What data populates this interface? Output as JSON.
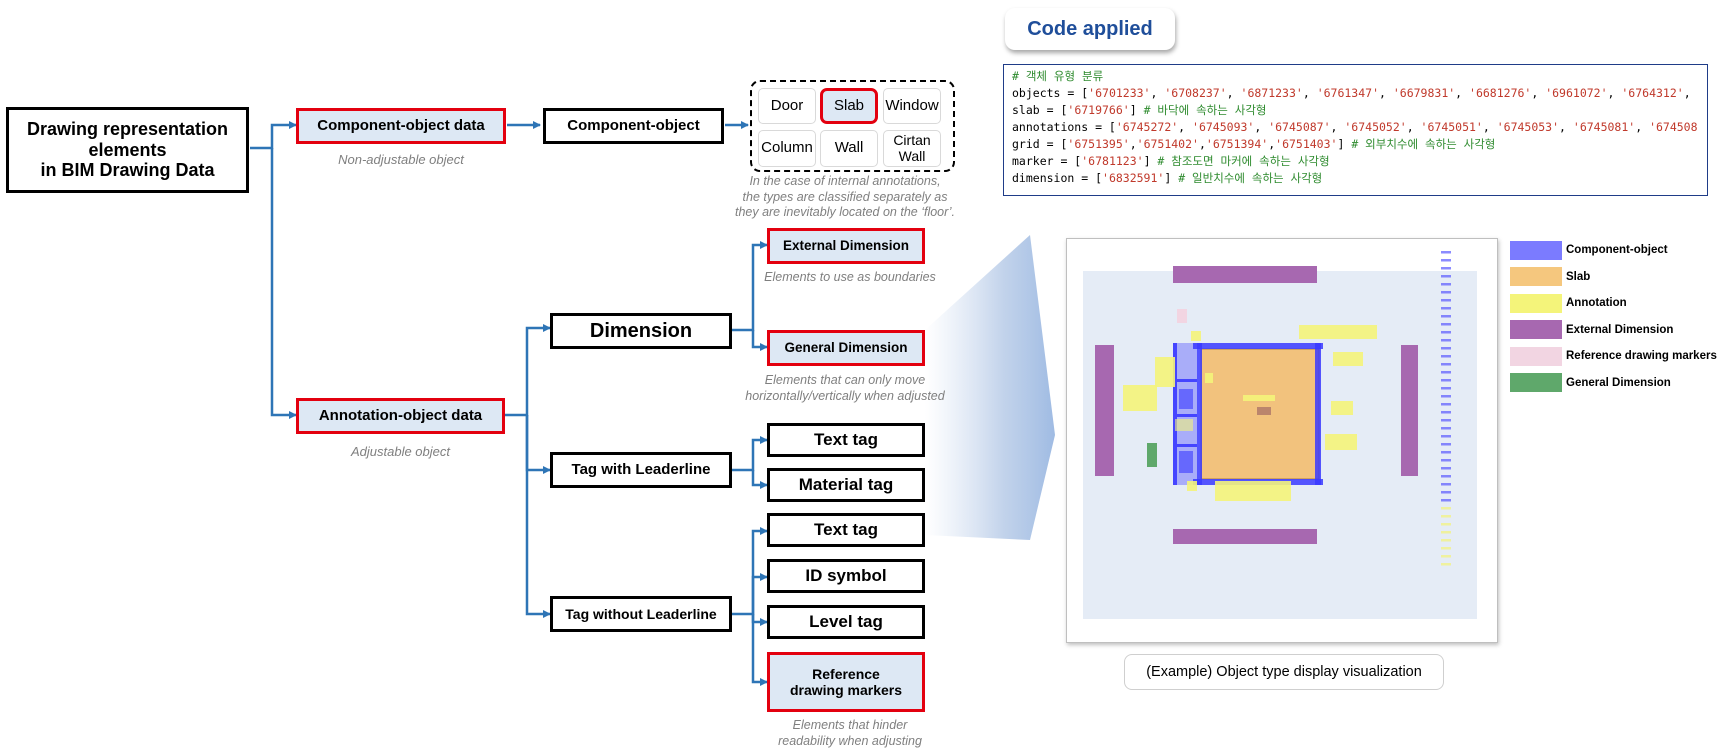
{
  "nodes": {
    "root": "Drawing representation\nelements\nin BIM Drawing Data",
    "component_data": "Component-object data",
    "component_object": "Component-object",
    "annotation_data": "Annotation-object data",
    "dimension": "Dimension",
    "external_dimension": "External Dimension",
    "general_dimension": "General Dimension",
    "tag_with_leader": "Tag with Leaderline",
    "tag_without_leader": "Tag without Leaderline",
    "text_tag_1": "Text tag",
    "material_tag": "Material tag",
    "text_tag_2": "Text tag",
    "id_symbol": "ID symbol",
    "level_tag": "Level tag",
    "reference_markers": "Reference\ndrawing markers"
  },
  "component_types": [
    "Door",
    "Slab",
    "Window",
    "Column",
    "Wall",
    "Cirtan\nWall"
  ],
  "notes": {
    "non_adjustable": "Non-adjustable object",
    "adjustable": "Adjustable object",
    "internal_annotations": "In the case of internal annotations,\nthe types are classified separately as\nthey are inevitably located on the ‘floor’.",
    "boundaries": "Elements to use as boundaries",
    "general_move": "Elements that can only move\nhorizontally/vertically when adjusted",
    "hinder": "Elements that hinder\nreadability when adjusting"
  },
  "code_panel": {
    "title": "Code applied",
    "lines": [
      [
        {
          "t": "# 객체 유형 분류",
          "c": "cm"
        }
      ],
      [
        {
          "t": "objects = [",
          "c": ""
        },
        {
          "t": "'6701233'",
          "c": "str"
        },
        {
          "t": ", ",
          "c": ""
        },
        {
          "t": "'6708237'",
          "c": "str"
        },
        {
          "t": ", ",
          "c": ""
        },
        {
          "t": "'6871233'",
          "c": "str"
        },
        {
          "t": ", ",
          "c": ""
        },
        {
          "t": "'6761347'",
          "c": "str"
        },
        {
          "t": ", ",
          "c": ""
        },
        {
          "t": "'6679831'",
          "c": "str"
        },
        {
          "t": ", ",
          "c": ""
        },
        {
          "t": "'6681276'",
          "c": "str"
        },
        {
          "t": ", ",
          "c": ""
        },
        {
          "t": "'6961072'",
          "c": "str"
        },
        {
          "t": ", ",
          "c": ""
        },
        {
          "t": "'6764312'",
          "c": "str"
        },
        {
          "t": ",",
          "c": ""
        }
      ],
      [
        {
          "t": "slab = [",
          "c": ""
        },
        {
          "t": "'6719766'",
          "c": "str"
        },
        {
          "t": "] ",
          "c": ""
        },
        {
          "t": "# 바닥에 속하는 사각형",
          "c": "cm"
        }
      ],
      [
        {
          "t": "annotations = [",
          "c": ""
        },
        {
          "t": "'6745272'",
          "c": "str"
        },
        {
          "t": ", ",
          "c": ""
        },
        {
          "t": "'6745093'",
          "c": "str"
        },
        {
          "t": ", ",
          "c": ""
        },
        {
          "t": "'6745087'",
          "c": "str"
        },
        {
          "t": ", ",
          "c": ""
        },
        {
          "t": "'6745052'",
          "c": "str"
        },
        {
          "t": ", ",
          "c": ""
        },
        {
          "t": "'6745051'",
          "c": "str"
        },
        {
          "t": ", ",
          "c": ""
        },
        {
          "t": "'6745053'",
          "c": "str"
        },
        {
          "t": ", ",
          "c": ""
        },
        {
          "t": "'6745081'",
          "c": "str"
        },
        {
          "t": ", ",
          "c": ""
        },
        {
          "t": "'674508",
          "c": "str"
        }
      ],
      [
        {
          "t": "grid = [",
          "c": ""
        },
        {
          "t": "'6751395'",
          "c": "str"
        },
        {
          "t": ",",
          "c": ""
        },
        {
          "t": "'6751402'",
          "c": "str"
        },
        {
          "t": ",",
          "c": ""
        },
        {
          "t": "'6751394'",
          "c": "str"
        },
        {
          "t": ",",
          "c": ""
        },
        {
          "t": "'6751403'",
          "c": "str"
        },
        {
          "t": "] ",
          "c": ""
        },
        {
          "t": "# 외부치수에 속하는 사각형",
          "c": "cm"
        }
      ],
      [
        {
          "t": "marker = [",
          "c": ""
        },
        {
          "t": "'6781123'",
          "c": "str"
        },
        {
          "t": "] ",
          "c": ""
        },
        {
          "t": "# 참조도면 마커에 속하는 사각형",
          "c": "cm"
        }
      ],
      [
        {
          "t": "dimension = [",
          "c": ""
        },
        {
          "t": "'6832591'",
          "c": "str"
        },
        {
          "t": "] ",
          "c": ""
        },
        {
          "t": "# 일반치수에 속하는 사각형",
          "c": "cm"
        }
      ]
    ]
  },
  "plot": {
    "caption": "(Example) Object type display visualization",
    "legend": [
      {
        "label": "Component-object",
        "color": "#7b7bff"
      },
      {
        "label": "Slab",
        "color": "#f5c77e"
      },
      {
        "label": "Annotation",
        "color": "#f4f47a"
      },
      {
        "label": "External Dimension",
        "color": "#a768b0"
      },
      {
        "label": "Reference drawing markers",
        "color": "#f2d5e2"
      },
      {
        "label": "General Dimension",
        "color": "#5fa86b"
      }
    ],
    "colors": {
      "background": "#e5ecf6",
      "component": "#3a3aff",
      "slab": "#f2c27d",
      "annotation": "#f4f47a",
      "external": "#a768b0",
      "marker": "#f2d5e2",
      "general": "#5fa86b"
    }
  },
  "colors": {
    "connector": "#2e75b6",
    "highlight_border": "#e3000f",
    "highlight_fill": "#dde8f4"
  }
}
